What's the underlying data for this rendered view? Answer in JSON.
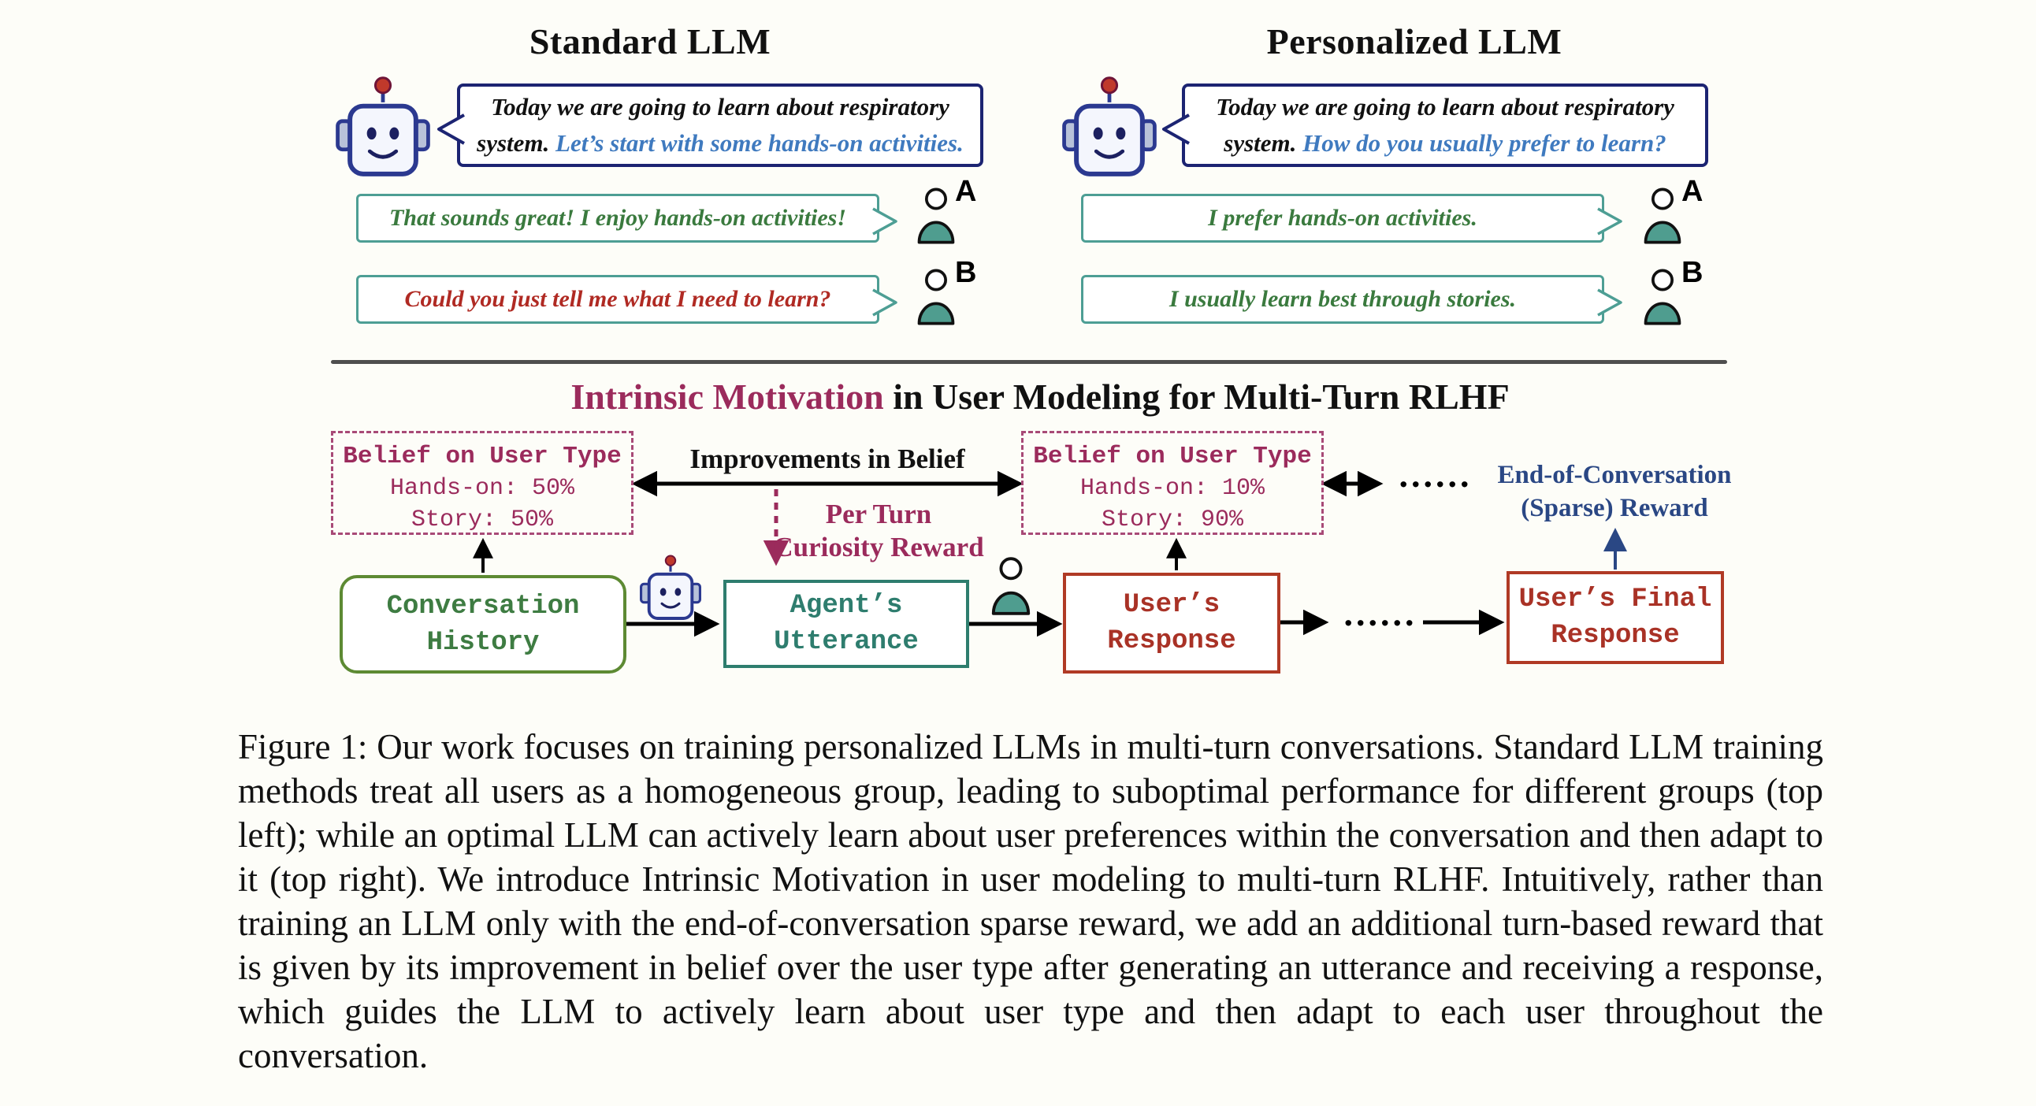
{
  "panels": {
    "standard": {
      "title": "Standard LLM",
      "llm_line1": "Today we are going to learn about respiratory",
      "llm_line2_black": "system.",
      "llm_line2_colored": "Let’s start with some hands-on activities.",
      "user_a": {
        "label": "A",
        "text": "That sounds great! I enjoy hands-on activities!"
      },
      "user_b": {
        "label": "B",
        "text": "Could you just tell me what I need to learn?"
      }
    },
    "personalized": {
      "title": "Personalized LLM",
      "llm_line1": "Today we are going to learn about respiratory",
      "llm_line2_black": "system.",
      "llm_line2_colored": "How do you usually prefer to learn?",
      "user_a": {
        "label": "A",
        "text": "I prefer hands-on activities."
      },
      "user_b": {
        "label": "B",
        "text": "I usually learn best through stories."
      }
    }
  },
  "diagram": {
    "title_highlight": "Intrinsic Motivation",
    "title_rest": " in User Modeling for Multi-Turn RLHF",
    "belief_left": {
      "title": "Belief on User Type",
      "line1": "Hands-on: 50%",
      "line2": "Story: 50%"
    },
    "belief_right": {
      "title": "Belief on User Type",
      "line1": "Hands-on: 10%",
      "line2": "Story: 90%"
    },
    "improvements_label": "Improvements in Belief",
    "per_turn_line1": "Per Turn",
    "per_turn_line2": "Curiosity Reward",
    "eoc_line1": "End-of-Conversation",
    "eoc_line2": "(Sparse) Reward",
    "dots_mid": "......",
    "dots_flow": "......",
    "flow": {
      "conv_l1": "Conversation",
      "conv_l2": "History",
      "agent_l1": "Agent’s",
      "agent_l2": "Utterance",
      "user_l1": "User’s",
      "user_l2": "Response",
      "final_l1": "User’s Final",
      "final_l2": "Response"
    }
  },
  "caption": "Figure 1: Our work focuses on training personalized LLMs in multi-turn conversations. Standard LLM training methods treat all users as a homogeneous group, leading to suboptimal performance for different groups (top left); while an optimal LLM can actively learn about user preferences within the conversation and then adapt to it (top right). We introduce Intrinsic Motivation in user modeling to multi-turn RLHF. Intuitively, rather than training an LLM only with the end-of-conversation sparse reward, we add an additional turn-based reward that is given by its improvement in belief over the user type after generating an utterance and receiving a response, which guides the LLM to actively learn about user type and then adapt to each user throughout the conversation.",
  "icons": {
    "robot": "robot-icon",
    "person": "person-icon"
  },
  "colors": {
    "bubble_border_navy": "#1c2472",
    "llm_highlight_blue": "#3f7abf",
    "user_bubble_teal": "#4d9e94",
    "green_text": "#3a7a3e",
    "red_text": "#b02a23",
    "magenta": "#9b2b5c",
    "sparse_reward_blue": "#2a4784",
    "conversation_green": "#5d8a33",
    "agent_teal": "#2e7d6e",
    "response_red": "#b03a25"
  }
}
